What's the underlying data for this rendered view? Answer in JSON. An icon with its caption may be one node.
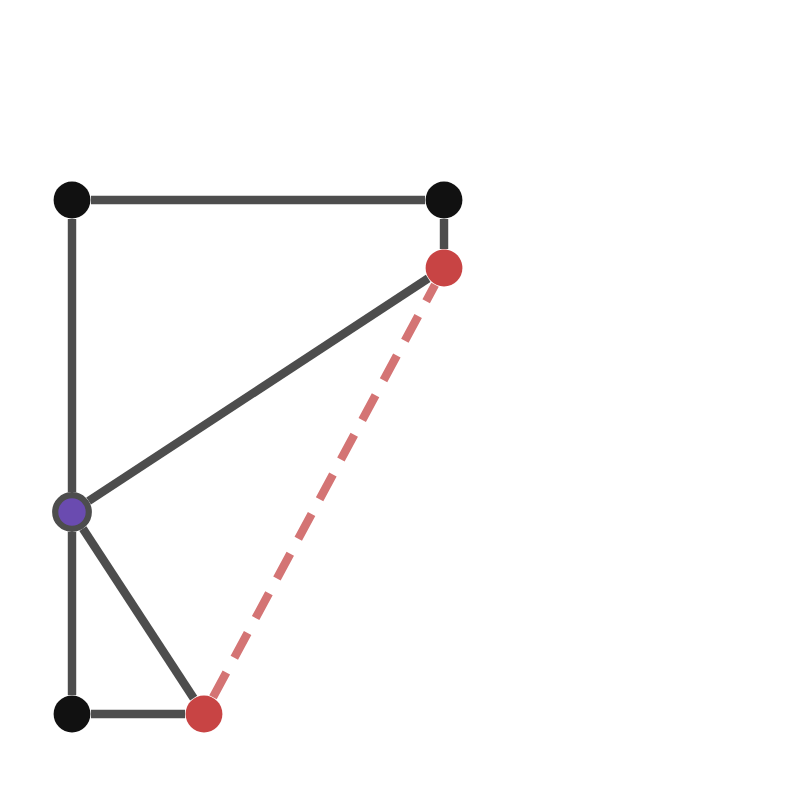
{
  "diagram": {
    "nodes": [
      {
        "text": [],
        "shape": "circle"
      },
      {
        "text": [],
        "shape": "circle"
      },
      {
        "text": [],
        "shape": "circle"
      },
      {
        "text": [],
        "shape": "circle"
      },
      {
        "text": [],
        "shape": "circle"
      },
      {
        "text": [],
        "shape": "circle"
      }
    ],
    "edges": [
      {
        "from": 0,
        "to": 1,
        "arrow": "none"
      },
      {
        "from": 1,
        "to": 2,
        "arrow": "none"
      },
      {
        "from": 0,
        "to": 3,
        "arrow": "none"
      },
      {
        "from": 3,
        "to": 2,
        "arrow": "none"
      },
      {
        "from": 3,
        "to": 4,
        "arrow": "none"
      },
      {
        "from": 4,
        "to": 5,
        "arrow": "none"
      },
      {
        "from": 3,
        "to": 5,
        "arrow": "none"
      },
      {
        "from": 5,
        "to": 2,
        "arrow": "none",
        "style": "dashed",
        "color": "#d47474"
      }
    ]
  }
}
